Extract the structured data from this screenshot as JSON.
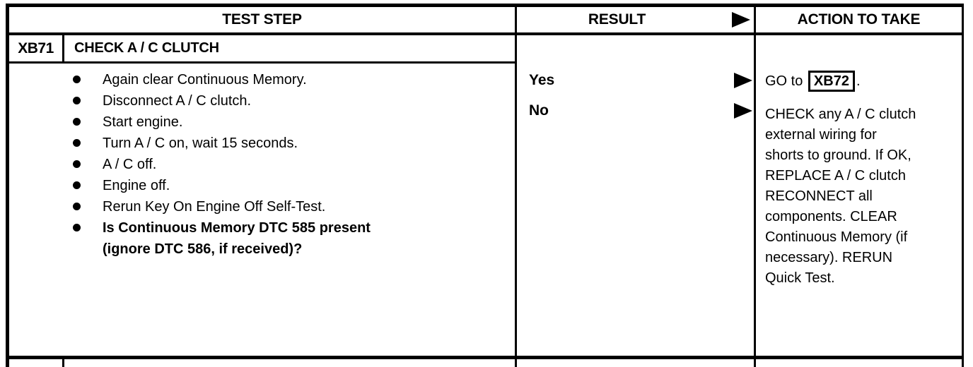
{
  "colors": {
    "ink": "#000000",
    "paper": "#ffffff"
  },
  "table": {
    "columns": {
      "test_step": "TEST STEP",
      "result": "RESULT",
      "action": "ACTION TO TAKE"
    }
  },
  "step": {
    "id": "XB71",
    "title": "CHECK A / C CLUTCH"
  },
  "procedure": {
    "bullets": [
      {
        "text": "Again clear Continuous Memory.",
        "bold": false
      },
      {
        "text": "Disconnect A / C clutch.",
        "bold": false
      },
      {
        "text": "Start engine.",
        "bold": false
      },
      {
        "text": "Turn A / C on, wait 15 seconds.",
        "bold": false
      },
      {
        "text": "A / C off.",
        "bold": false
      },
      {
        "text": "Engine off.",
        "bold": false
      },
      {
        "text": "Rerun Key On Engine Off Self-Test.",
        "bold": false
      },
      {
        "text": "Is Continuous Memory DTC 585 present\n(ignore DTC 586, if received)?",
        "bold": true
      }
    ]
  },
  "results": [
    {
      "label": "Yes",
      "action": {
        "pre": "GO to ",
        "boxed": "XB72",
        "post": "."
      }
    },
    {
      "label": "No",
      "action": {
        "text": "CHECK any A / C clutch\nexternal wiring for\nshorts to ground. If OK,\nREPLACE A / C clutch\nRECONNECT all\ncomponents. CLEAR\nContinuous Memory (if\nnecessary). RERUN\nQuick Test."
      }
    }
  ]
}
